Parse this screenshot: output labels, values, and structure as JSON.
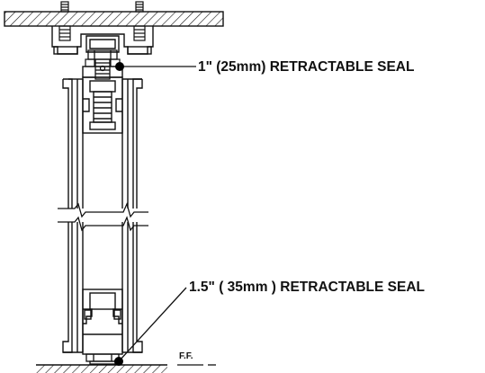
{
  "labels": {
    "top_seal": "1\" (25mm) RETRACTABLE SEAL",
    "bottom_seal": "1.5\" ( 35mm ) RETRACTABLE SEAL",
    "finished_floor": "F.F."
  },
  "colors": {
    "line": "#111111",
    "background": "#ffffff",
    "dot": "#000000"
  }
}
